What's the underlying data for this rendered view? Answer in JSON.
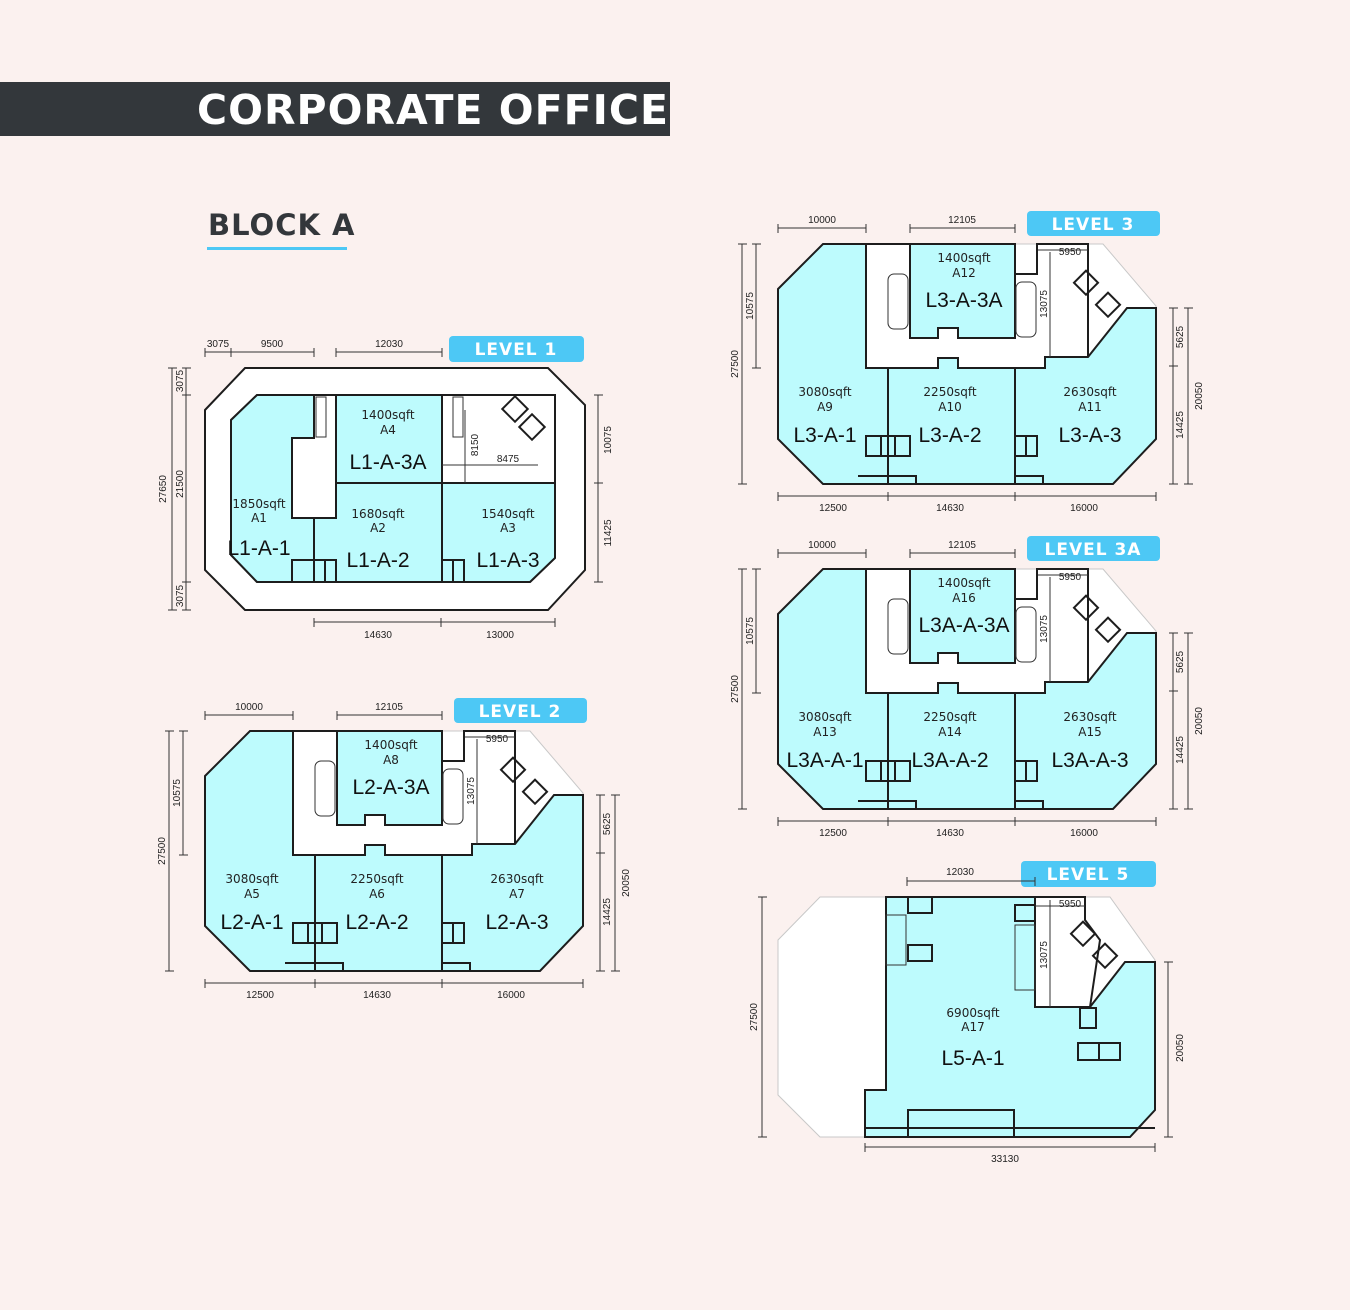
{
  "header": {
    "title": "CORPORATE OFFICE"
  },
  "block": {
    "title": "BLOCK A"
  },
  "colors": {
    "header_bg": "#33373b",
    "accent": "#4dc8f5",
    "unit_fill": "#bdfbfd",
    "background": "#fbf1ef"
  },
  "level1": {
    "label": "LEVEL 1",
    "units": [
      {
        "area": "1850sqft",
        "id": "A1",
        "code": "L1-A-1"
      },
      {
        "area": "1680sqft",
        "id": "A2",
        "code": "L1-A-2"
      },
      {
        "area": "1540sqft",
        "id": "A3",
        "code": "L1-A-3"
      },
      {
        "area": "1400sqft",
        "id": "A4",
        "code": "L1-A-3A"
      }
    ],
    "dims": {
      "top_a": "3075",
      "top_b": "9500",
      "top_c": "12030",
      "left_total": "27650",
      "left_mid": "21500",
      "left_top": "3075",
      "left_bottom": "3075",
      "right_top": "10075",
      "right_bottom": "11425",
      "bottom_a": "14630",
      "bottom_b": "13000",
      "core_v": "8150",
      "core_h": "8475"
    }
  },
  "level2": {
    "label": "LEVEL 2",
    "units": [
      {
        "area": "3080sqft",
        "id": "A5",
        "code": "L2-A-1"
      },
      {
        "area": "2250sqft",
        "id": "A6",
        "code": "L2-A-2"
      },
      {
        "area": "1400sqft",
        "id": "A8",
        "code": "L2-A-3A"
      },
      {
        "area": "2630sqft",
        "id": "A7",
        "code": "L2-A-3"
      }
    ],
    "dims": {
      "top_a": "10000",
      "top_b": "12105",
      "core_h": "5950",
      "core_v": "13075",
      "left_total": "27500",
      "left_top": "10575",
      "right_top": "5625",
      "right_bottom": "14425",
      "right_total": "20050",
      "bottom_a": "12500",
      "bottom_b": "14630",
      "bottom_c": "16000"
    }
  },
  "level3": {
    "label": "LEVEL 3",
    "units": [
      {
        "area": "3080sqft",
        "id": "A9",
        "code": "L3-A-1"
      },
      {
        "area": "2250sqft",
        "id": "A10",
        "code": "L3-A-2"
      },
      {
        "area": "1400sqft",
        "id": "A12",
        "code": "L3-A-3A"
      },
      {
        "area": "2630sqft",
        "id": "A11",
        "code": "L3-A-3"
      }
    ],
    "dims": {
      "top_a": "10000",
      "top_b": "12105",
      "core_h": "5950",
      "core_v": "13075",
      "left_total": "27500",
      "left_top": "10575",
      "right_top": "5625",
      "right_bottom": "14425",
      "right_total": "20050",
      "bottom_a": "12500",
      "bottom_b": "14630",
      "bottom_c": "16000"
    }
  },
  "level3a": {
    "label": "LEVEL 3A",
    "units": [
      {
        "area": "3080sqft",
        "id": "A13",
        "code": "L3A-A-1"
      },
      {
        "area": "2250sqft",
        "id": "A14",
        "code": "L3A-A-2"
      },
      {
        "area": "1400sqft",
        "id": "A16",
        "code": "L3A-A-3A"
      },
      {
        "area": "2630sqft",
        "id": "A15",
        "code": "L3A-A-3"
      }
    ],
    "dims": {
      "top_a": "10000",
      "top_b": "12105",
      "core_h": "5950",
      "core_v": "13075",
      "left_total": "27500",
      "left_top": "10575",
      "right_top": "5625",
      "right_bottom": "14425",
      "right_total": "20050",
      "bottom_a": "12500",
      "bottom_b": "14630",
      "bottom_c": "16000"
    }
  },
  "level5": {
    "label": "LEVEL 5",
    "units": [
      {
        "area": "6900sqft",
        "id": "A17",
        "code": "L5-A-1"
      }
    ],
    "dims": {
      "top": "12030",
      "core_h": "5950",
      "core_v": "13075",
      "left_total": "27500",
      "right_total": "20050",
      "bottom": "33130"
    }
  }
}
